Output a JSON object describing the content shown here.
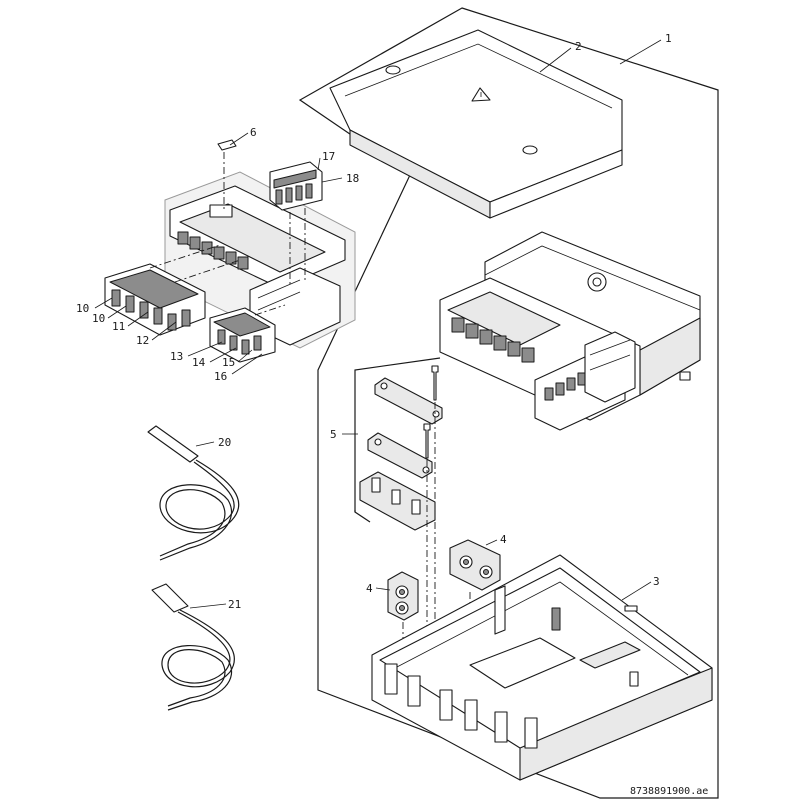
{
  "drawing_reference": "8738891900.ae",
  "callouts": {
    "c1": "1",
    "c2": "2",
    "c3": "3",
    "c4a": "4",
    "c4b": "4",
    "c5": "5",
    "c6": "6",
    "c10a": "10",
    "c10b": "10",
    "c11": "11",
    "c12": "12",
    "c13": "13",
    "c14": "14",
    "c15": "15",
    "c16": "16",
    "c17": "17",
    "c18": "18",
    "c20": "20",
    "c21": "21"
  }
}
